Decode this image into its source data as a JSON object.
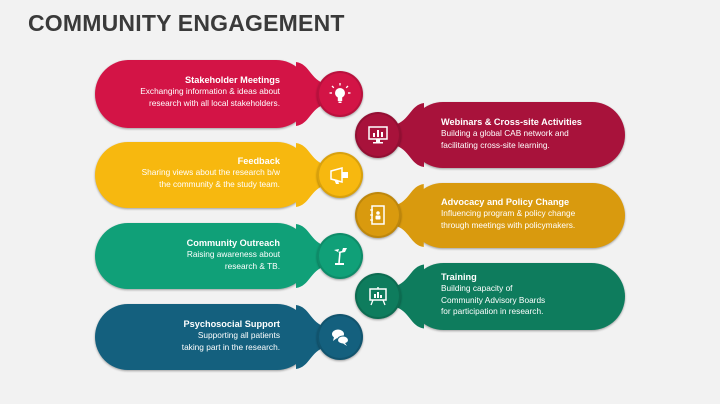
{
  "title": "COMMUNITY ENGAGEMENT",
  "colors": {
    "red": "#d31446",
    "maroon": "#a8123b",
    "yellow": "#f7b80f",
    "mustard": "#d99a0e",
    "teal": "#10a078",
    "green": "#0e7c5d",
    "blue": "#14607e",
    "background": "#f2f2f2"
  },
  "left_items": [
    {
      "heading": "Stakeholder Meetings",
      "line1": "Exchanging information & ideas about",
      "line2": "research with all local stakeholders.",
      "icon": "lightbulb-icon"
    },
    {
      "heading": "Feedback",
      "line1": "Sharing views about the research b/w",
      "line2": "the community & the study team.",
      "icon": "megaphone-icon"
    },
    {
      "heading": "Community Outreach",
      "line1": "Raising awareness about",
      "line2": "research & TB.",
      "icon": "flag-icon"
    },
    {
      "heading": "Psychosocial Support",
      "line1": "Supporting all patients",
      "line2": "taking part in the research.",
      "icon": "chat-bubbles-icon"
    }
  ],
  "right_items": [
    {
      "heading": "Webinars & Cross-site Activities",
      "line1": "Building a global CAB network and",
      "line2": "facilitating cross-site learning.",
      "icon": "monitor-chart-icon"
    },
    {
      "heading": "Advocacy and Policy Change",
      "line1": "Influencing program & policy change",
      "line2": "through meetings with policymakers.",
      "icon": "notebook-icon"
    },
    {
      "heading": "Training",
      "line1": "Building capacity of",
      "line2": "Community Advisory Boards",
      "line3": "for participation in research.",
      "icon": "presentation-board-icon"
    }
  ]
}
